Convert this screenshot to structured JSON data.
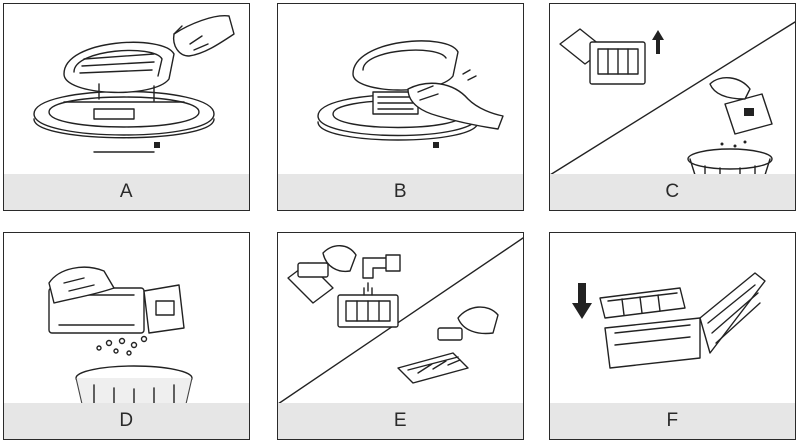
{
  "panels": [
    {
      "label": "A",
      "illustration_icon": "robot-lid-open-icon"
    },
    {
      "label": "B",
      "illustration_icon": "remove-dustbin-icon"
    },
    {
      "label": "C",
      "illustration_icon": "empty-dustbin-icon"
    },
    {
      "label": "D",
      "illustration_icon": "tap-out-debris-icon"
    },
    {
      "label": "E",
      "illustration_icon": "rinse-filter-icon"
    },
    {
      "label": "F",
      "illustration_icon": "reinsert-filter-icon"
    }
  ],
  "colors": {
    "caption_bg": "#e6e6e6",
    "line": "#222222",
    "border": "#2a2a2a"
  }
}
